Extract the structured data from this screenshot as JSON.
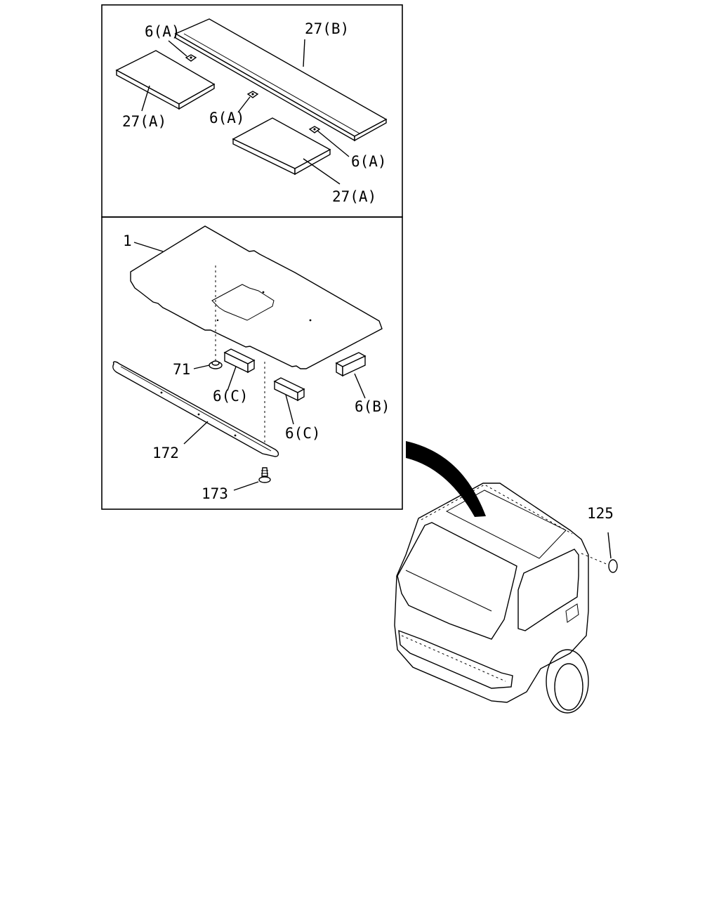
{
  "callouts": {
    "top_27B": "27(B)",
    "top_6A_1": "6(A)",
    "top_6A_2": "6(A)",
    "top_6A_3": "6(A)",
    "top_27A_1": "27(A)",
    "top_27A_2": "27(A)",
    "bot_1": "1",
    "bot_71": "71",
    "bot_6C_1": "6(C)",
    "bot_6C_2": "6(C)",
    "bot_6B": "6(B)",
    "bot_172": "172",
    "bot_173": "173",
    "cab_125": "125"
  }
}
